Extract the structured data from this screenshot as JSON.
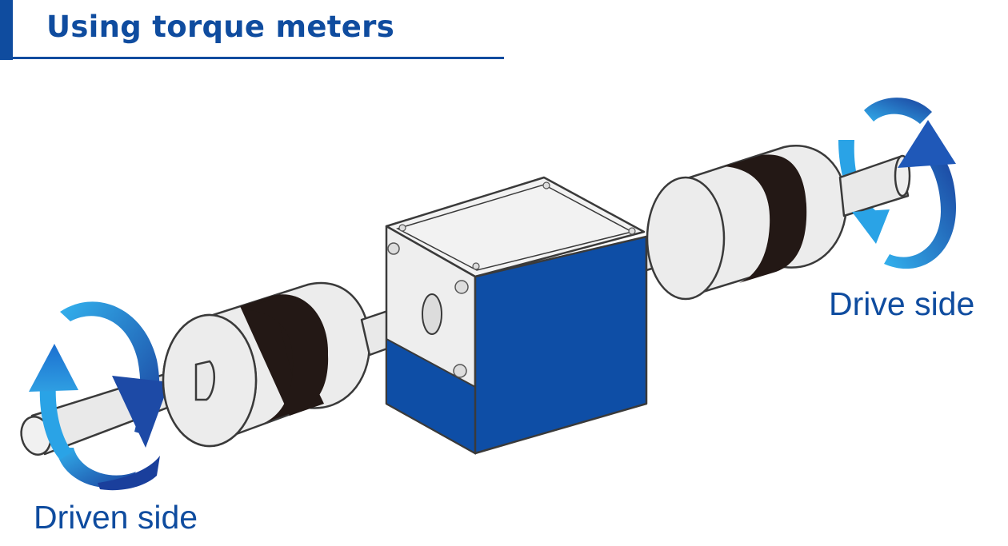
{
  "title": "Using torque meters",
  "labels": {
    "drive_side": "Drive side",
    "driven_side": "Driven side"
  },
  "colors": {
    "brand_blue": "#0f4c9f",
    "housing_blue": "#0e4ea6",
    "arrow_light": "#2aa3e6",
    "arrow_dark": "#1d4aa6",
    "coupling_band": "#231815",
    "shaft_gray": "#e9e9e9"
  }
}
